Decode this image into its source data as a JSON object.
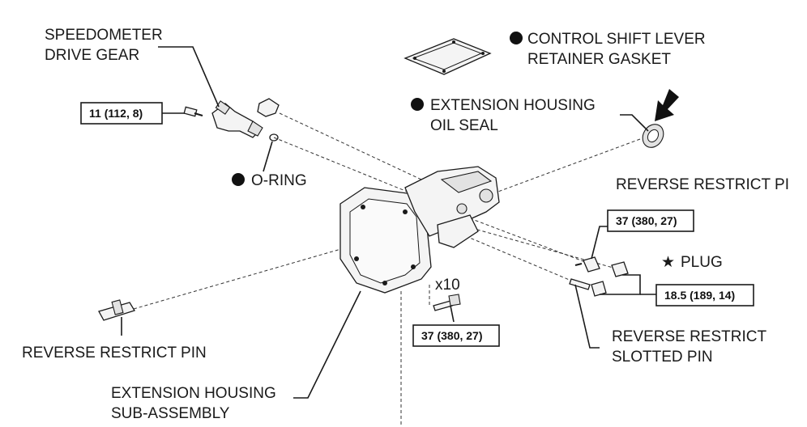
{
  "labels": {
    "speedometer_line1": "SPEEDOMETER",
    "speedometer_line2": "DRIVE GEAR",
    "gasket_line1": "CONTROL SHIFT LEVER",
    "gasket_line2": "RETAINER GASKET",
    "oil_seal_line1": "EXTENSION HOUSING",
    "oil_seal_line2": "OIL SEAL",
    "o_ring": "O-RING",
    "reverse_pin_right": "REVERSE RESTRICT PI",
    "plug": "PLUG",
    "x10": "x10",
    "reverse_pin_left": "REVERSE RESTRICT PIN",
    "slotted_line1": "REVERSE RESTRICT",
    "slotted_line2": "SLOTTED PIN",
    "housing_line1": "EXTENSION HOUSING",
    "housing_line2": "SUB-ASSEMBLY"
  },
  "torque": {
    "speedo_bolt": "11 (112, 8)",
    "reverse_pin": "37 (380, 27)",
    "plug": "18.5 (189, 14)",
    "housing_bolts": "37 (380, 27)"
  },
  "symbols": {
    "star": "★"
  }
}
